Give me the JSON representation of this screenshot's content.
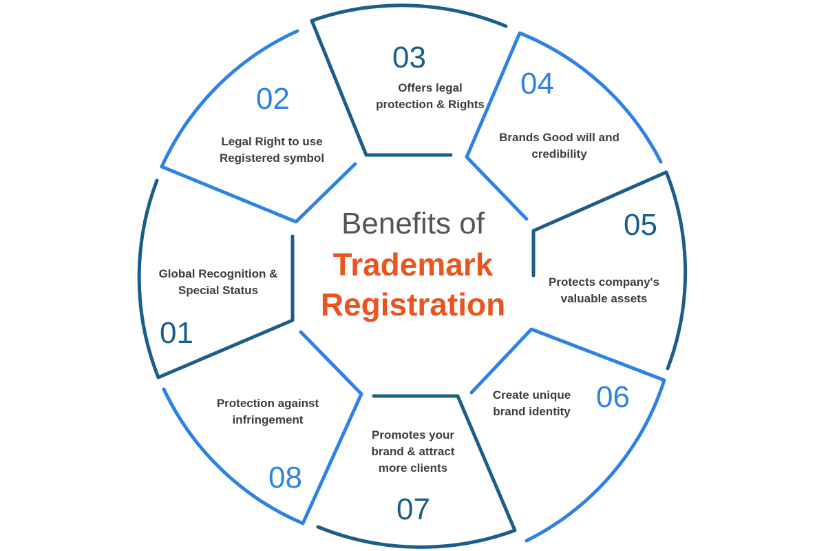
{
  "title": {
    "line1": "Benefits of",
    "line2": "Trademark",
    "line3": "Registration"
  },
  "colors": {
    "dark": "#1b5e8a",
    "light": "#2e82e6",
    "accent": "#ea5420",
    "text": "#3d3d3d"
  },
  "segments": [
    {
      "number": "01",
      "label": "Global Recognition & Special Status"
    },
    {
      "number": "02",
      "label": "Legal Right to use Registered symbol"
    },
    {
      "number": "03",
      "label": "Offers legal protection & Rights"
    },
    {
      "number": "04",
      "label": "Brands Good will and credibility"
    },
    {
      "number": "05",
      "label": "Protects company's valuable assets"
    },
    {
      "number": "06",
      "label": "Create unique brand identity"
    },
    {
      "number": "07",
      "label": "Promotes your brand & attract more clients"
    },
    {
      "number": "08",
      "label": "Protection against infringement"
    }
  ]
}
